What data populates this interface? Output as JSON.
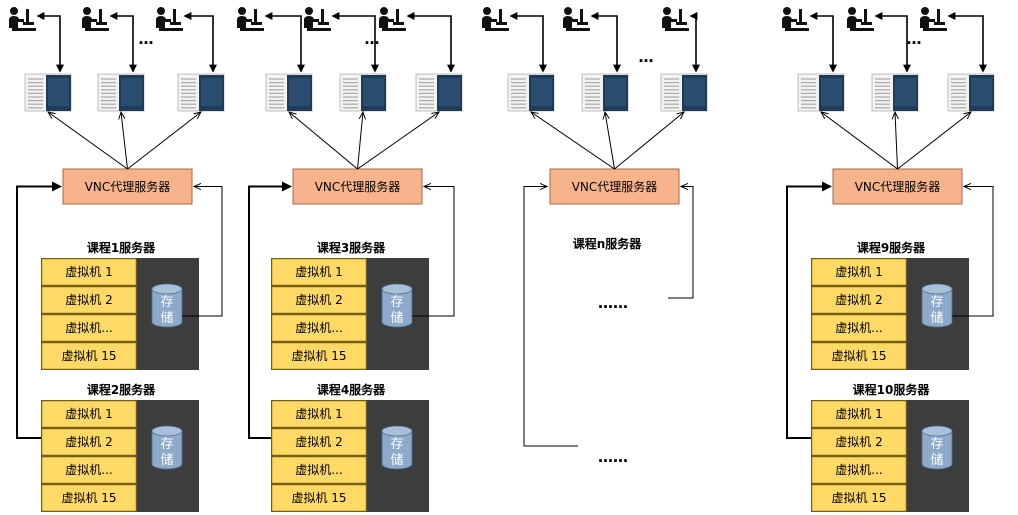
{
  "colors": {
    "proxy_fill": "#f7b48c",
    "proxy_stroke": "#a56a45",
    "vm_fill": "#ffd966",
    "vm_stroke": "#bf9000",
    "server_bg": "#3d3d3d",
    "storage_fill": "#8eaacb",
    "storage_stroke": "#4f6e93",
    "line": "#000000",
    "screen_dark": "#1f3b57"
  },
  "icons": {
    "user": "user-at-computer-icon",
    "terminal": "client-desktop-screenshot-icon",
    "storage": "database-cylinder-icon"
  },
  "ellipsis": "…",
  "proxy_label": "VNC代理服务器",
  "storage_label": [
    "存",
    "储"
  ],
  "vm_labels": [
    "虚拟机  1",
    "虚拟机  2",
    "虚拟机...",
    "虚拟机 15"
  ],
  "groups": [
    {
      "servers": [
        "课程1服务器",
        "课程2服务器"
      ]
    },
    {
      "servers": [
        "课程3服务器",
        "课程4服务器"
      ]
    },
    {
      "servers": [
        "课程n服务器"
      ],
      "placeholders": [
        "……",
        "……"
      ]
    },
    {
      "servers": [
        "课程9服务器",
        "课程10服务器"
      ]
    }
  ]
}
